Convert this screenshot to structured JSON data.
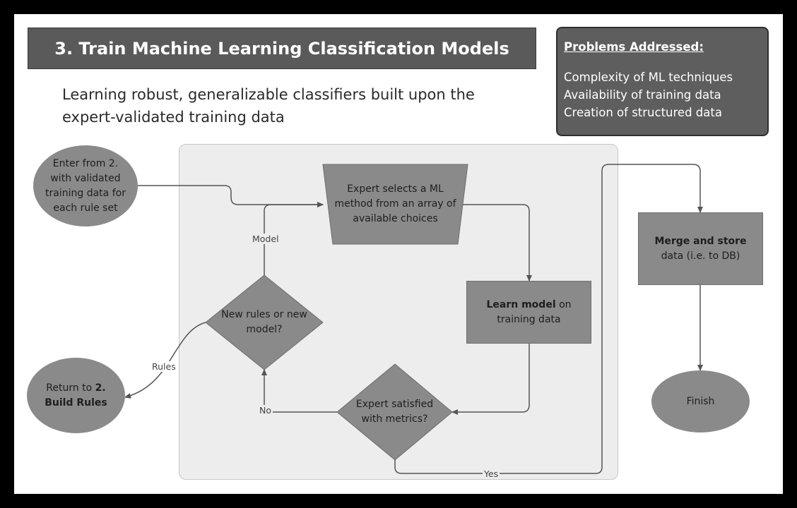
{
  "header": {
    "title": "3. Train Machine Learning Classification Models"
  },
  "subtitle": {
    "line1": "Learning robust, generalizable classifiers built upon the",
    "line2": "expert-validated training data"
  },
  "problems": {
    "title": "Problems Addressed:",
    "items": [
      "Complexity of ML techniques",
      "Availability of training data",
      "Creation of structured data"
    ]
  },
  "nodes": {
    "enter": [
      "Enter from 2.",
      "with validated",
      "training data for",
      "each rule set"
    ],
    "select": [
      "Expert selects a ML",
      "method from an array of",
      "available choices"
    ],
    "learn": {
      "bold": "Learn model",
      "rest": " on",
      "line2": "training data"
    },
    "satisfied": [
      "Expert satisfied",
      "with metrics?"
    ],
    "newrules": [
      "New rules or new",
      "model?"
    ],
    "return": {
      "line1": "Return to ",
      "line1_bold": "2.",
      "line2": "Build Rules"
    },
    "merge": {
      "bold": "Merge and store",
      "line2": "data (i.e. to DB)"
    },
    "finish": "Finish"
  },
  "edge_labels": {
    "model": "Model",
    "rules": "Rules",
    "no": "No",
    "yes": "Yes"
  },
  "colors": {
    "node_fill": "#8a8a8a",
    "panel_fill": "#ededed",
    "header_fill": "#5a5a5a",
    "arrow": "#555555"
  }
}
